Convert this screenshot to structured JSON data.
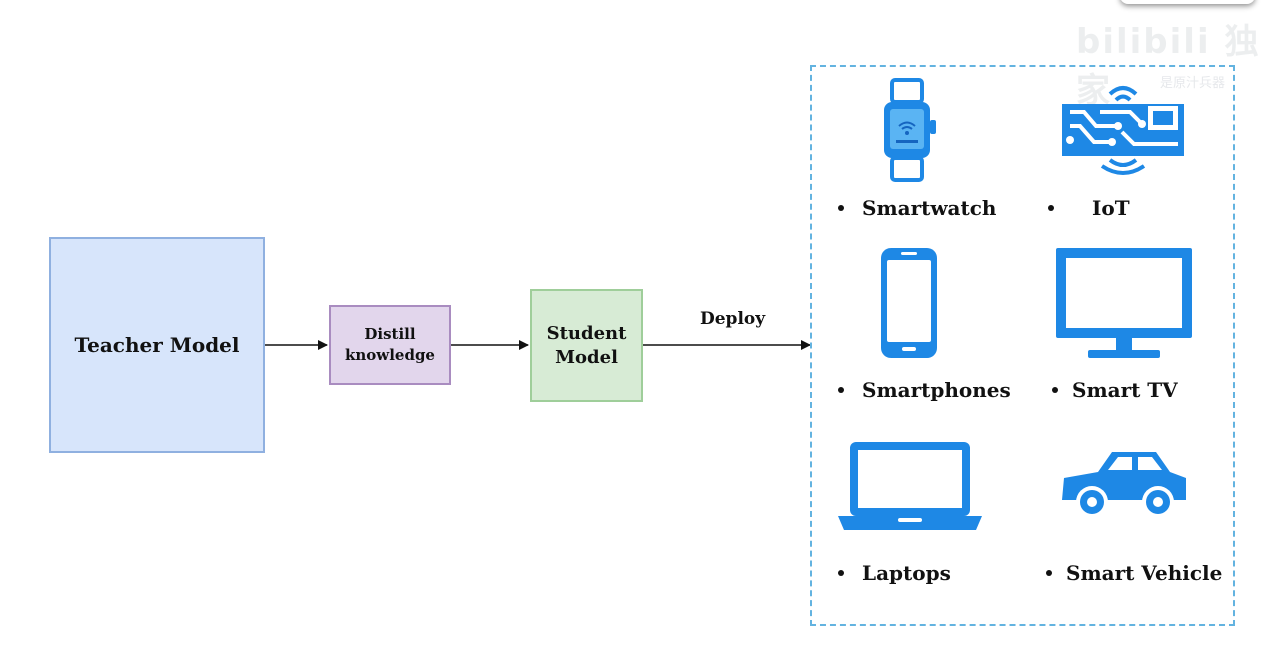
{
  "diagram": {
    "teacher_label": "Teacher Model",
    "distill_line1": "Distill",
    "distill_line2": "knowledge",
    "student_line1": "Student",
    "student_line2": "Model",
    "deploy_label": "Deploy"
  },
  "devices": [
    {
      "label": "Smartwatch",
      "icon": "smartwatch-icon"
    },
    {
      "label": "IoT",
      "icon": "iot-circuit-icon"
    },
    {
      "label": "Smartphones",
      "icon": "smartphone-icon"
    },
    {
      "label": "Smart TV",
      "icon": "tv-icon"
    },
    {
      "label": "Laptops",
      "icon": "laptop-icon"
    },
    {
      "label": "Smart Vehicle",
      "icon": "car-icon"
    }
  ],
  "watermark": {
    "text": "bilibili 独家",
    "sub": "是原汁兵器"
  },
  "colors": {
    "teacher_fill": "#d7e5fb",
    "distill_fill": "#e2d6ec",
    "student_fill": "#d7ebd5",
    "icon_blue": "#1e88e5",
    "panel_border": "#63b3e0"
  }
}
